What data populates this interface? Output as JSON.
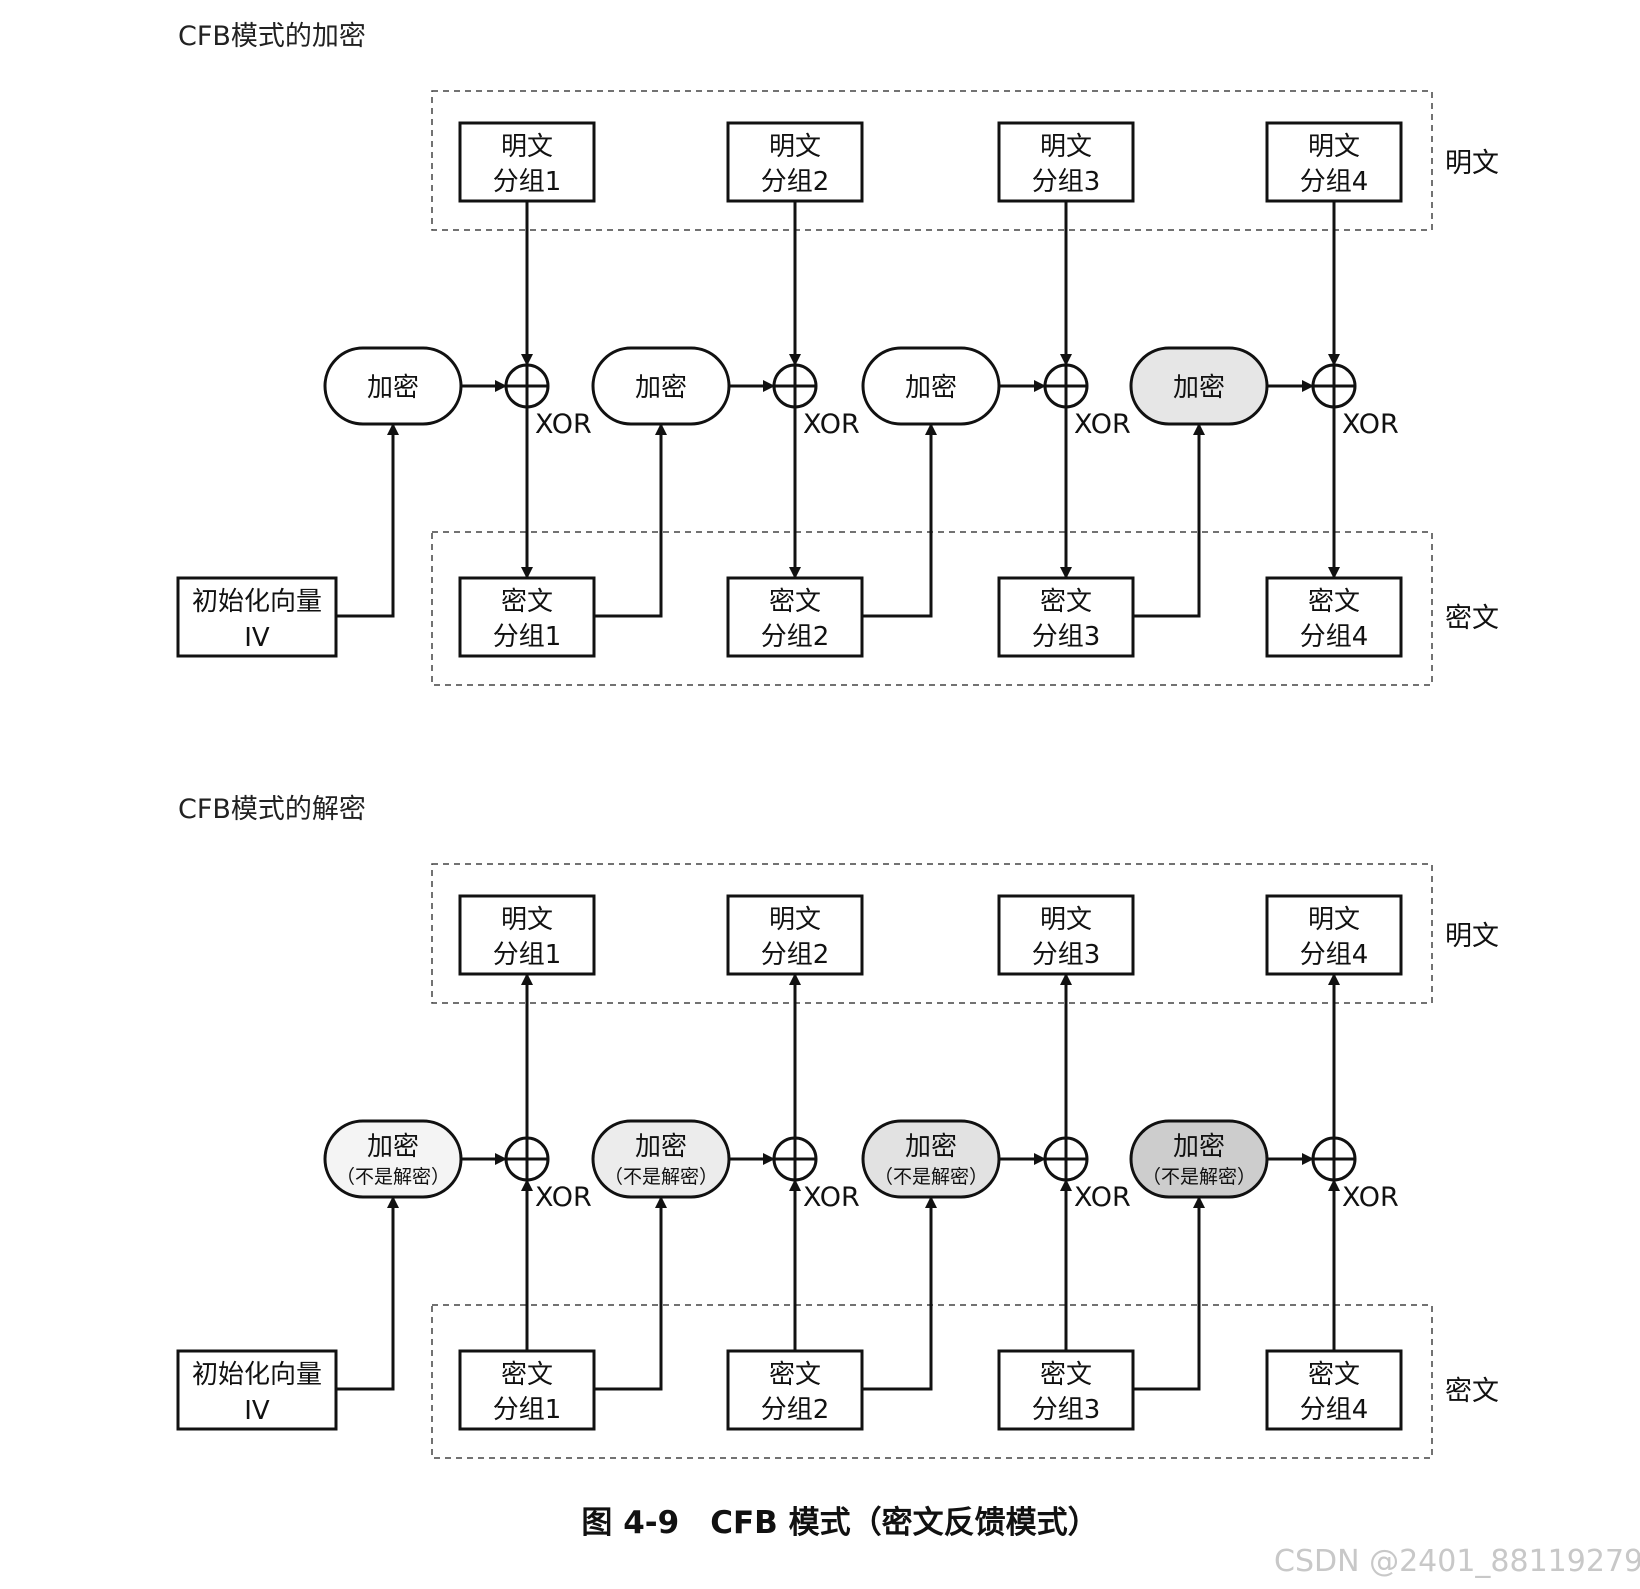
{
  "encryption": {
    "title": "CFB模式的加密",
    "plaintext_group_label": "明文",
    "ciphertext_group_label": "密文",
    "iv_line1": "初始化向量",
    "iv_line2": "IV",
    "blocks": [
      {
        "pt1": "明文",
        "pt2": "分组1",
        "enc": "加密",
        "xor": "XOR",
        "ct1": "密文",
        "ct2": "分组1"
      },
      {
        "pt1": "明文",
        "pt2": "分组2",
        "enc": "加密",
        "xor": "XOR",
        "ct1": "密文",
        "ct2": "分组2"
      },
      {
        "pt1": "明文",
        "pt2": "分组3",
        "enc": "加密",
        "xor": "XOR",
        "ct1": "密文",
        "ct2": "分组3"
      },
      {
        "pt1": "明文",
        "pt2": "分组4",
        "enc": "加密",
        "xor": "XOR",
        "ct1": "密文",
        "ct2": "分组4"
      }
    ]
  },
  "decryption": {
    "title": "CFB模式的解密",
    "plaintext_group_label": "明文",
    "ciphertext_group_label": "密文",
    "iv_line1": "初始化向量",
    "iv_line2": "IV",
    "blocks": [
      {
        "pt1": "明文",
        "pt2": "分组1",
        "enc": "加密",
        "enc_note": "（不是解密）",
        "xor": "XOR",
        "ct1": "密文",
        "ct2": "分组1"
      },
      {
        "pt1": "明文",
        "pt2": "分组2",
        "enc": "加密",
        "enc_note": "（不是解密）",
        "xor": "XOR",
        "ct1": "密文",
        "ct2": "分组2"
      },
      {
        "pt1": "明文",
        "pt2": "分组3",
        "enc": "加密",
        "enc_note": "（不是解密）",
        "xor": "XOR",
        "ct1": "密文",
        "ct2": "分组3"
      },
      {
        "pt1": "明文",
        "pt2": "分组4",
        "enc": "加密",
        "enc_note": "（不是解密）",
        "xor": "XOR",
        "ct1": "密文",
        "ct2": "分组4"
      }
    ]
  },
  "caption": "图 4-9　CFB 模式（密文反馈模式）",
  "watermark": "CSDN @2401_88119279",
  "colors": {
    "pill_fills": [
      "#ffffff",
      "#ffffff",
      "#ffffff",
      "#e6e6e6"
    ],
    "pill_fills_dec": [
      "#f4f4f4",
      "#ececec",
      "#e2e2e2",
      "#cdcdcd"
    ]
  }
}
